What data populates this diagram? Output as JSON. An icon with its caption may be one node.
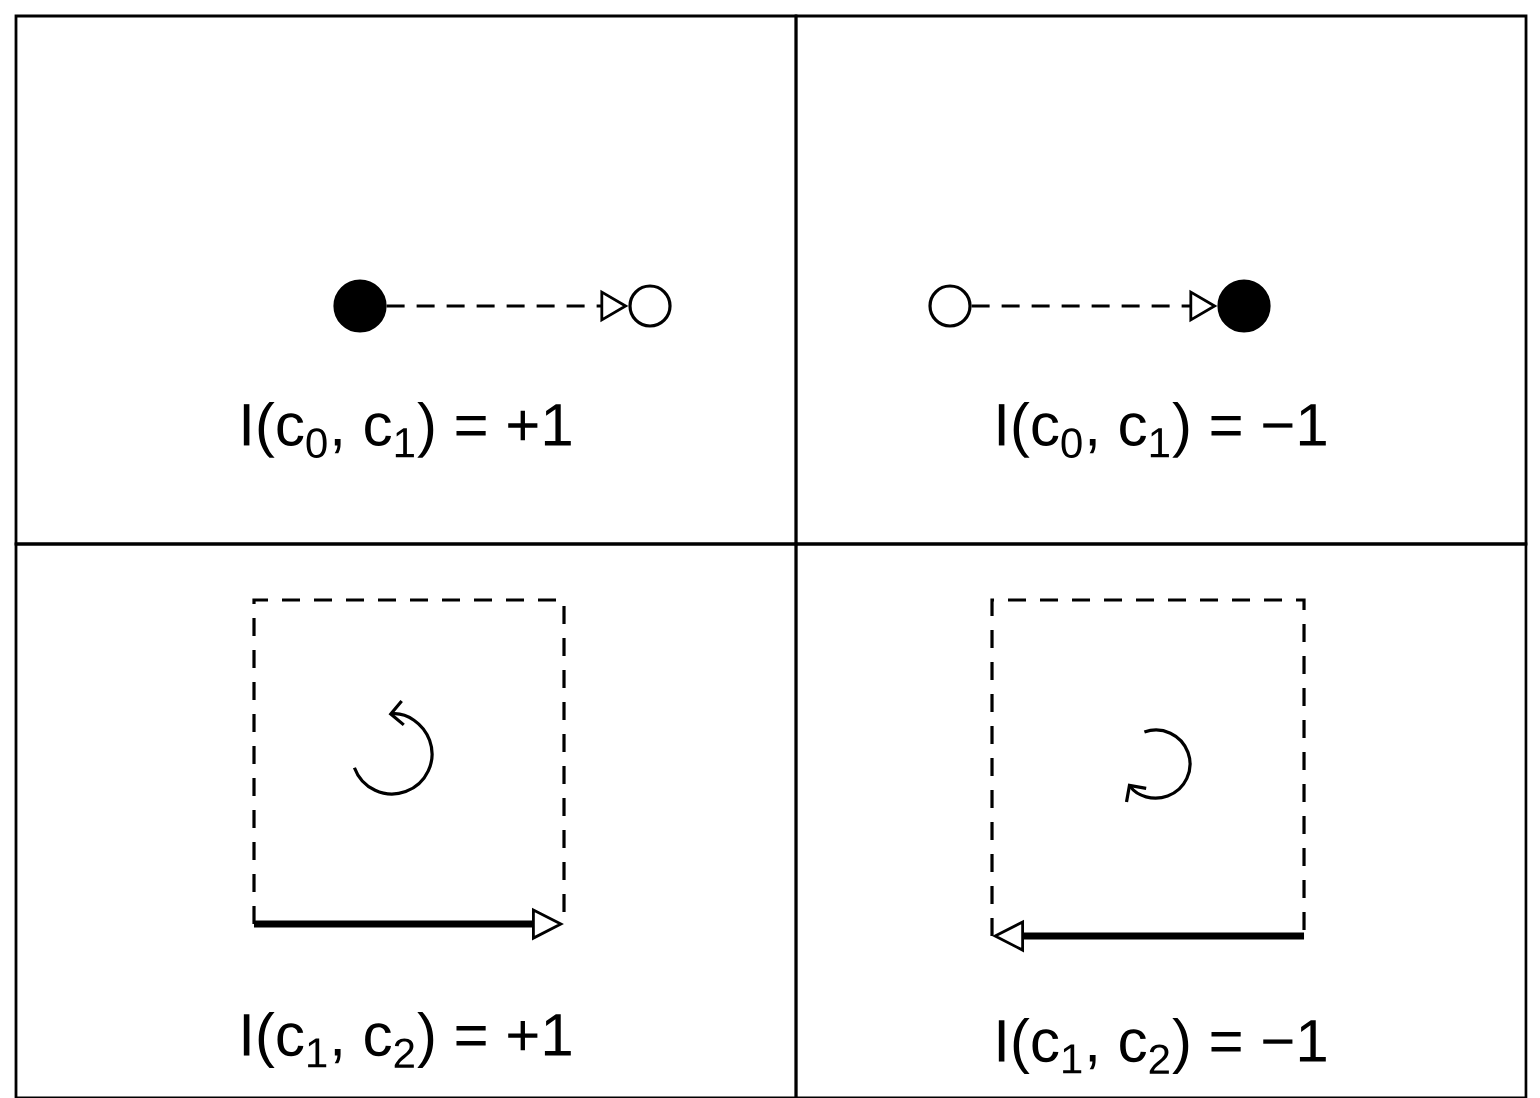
{
  "diagram": {
    "nodes": [
      {
        "text": [
          "I(c$_{0}$, c$_{1}$) = +1"
        ]
      },
      {
        "text": [],
        "shape": "circle",
        "in": 0
      },
      {
        "text": [],
        "shape": "circle",
        "in": 0
      },
      {
        "text": [
          "I(c$_{0}$, c$_{1}$) = −1"
        ]
      },
      {
        "text": [],
        "shape": "circle",
        "in": 3
      },
      {
        "text": [],
        "shape": "circle",
        "in": 3
      },
      {
        "text": [
          "I(c$_{1}$, c$_{2}$) = +1"
        ]
      },
      {
        "text": [
          "I(c$_{1}$, c$_{2}$) = −1"
        ]
      }
    ],
    "edges": [
      {
        "from": 1,
        "to": 2,
        "arrow": "to",
        "style": "dashed"
      },
      {
        "from": 4,
        "to": 5,
        "arrow": "to",
        "style": "dashed"
      }
    ]
  }
}
